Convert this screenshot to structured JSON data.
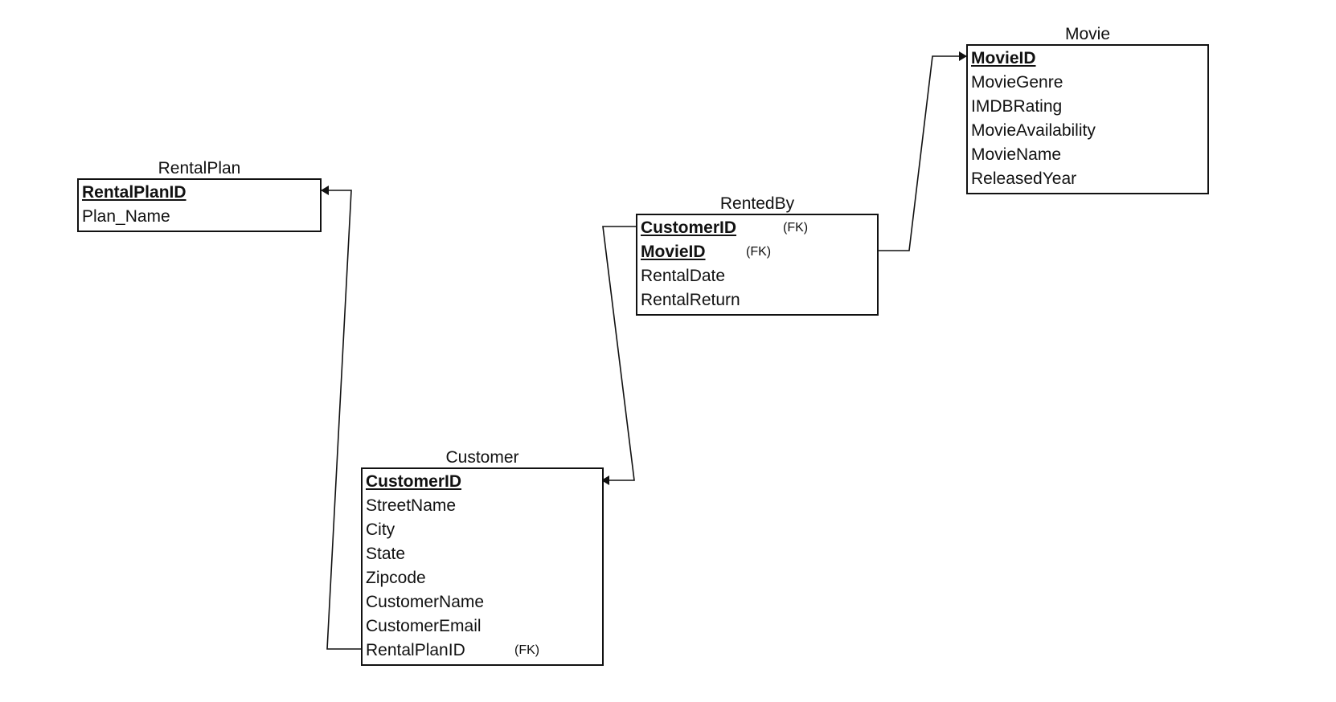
{
  "entities": {
    "rentalplan": {
      "title": "RentalPlan",
      "attributes": [
        {
          "name": "RentalPlanID",
          "pk": true
        },
        {
          "name": "Plan_Name"
        }
      ]
    },
    "customer": {
      "title": "Customer",
      "attributes": [
        {
          "name": "CustomerID",
          "pk": true
        },
        {
          "name": "StreetName"
        },
        {
          "name": "City"
        },
        {
          "name": "State"
        },
        {
          "name": "Zipcode"
        },
        {
          "name": "CustomerName"
        },
        {
          "name": "CustomerEmail"
        },
        {
          "name": "RentalPlanID",
          "fk": "(FK)"
        }
      ]
    },
    "rentedby": {
      "title": "RentedBy",
      "attributes": [
        {
          "name": "CustomerID",
          "pk": true,
          "fk": "(FK)"
        },
        {
          "name": "MovieID",
          "pk": true,
          "fk": "(FK)"
        },
        {
          "name": "RentalDate"
        },
        {
          "name": "RentalReturn"
        }
      ]
    },
    "movie": {
      "title": "Movie",
      "attributes": [
        {
          "name": "MovieID",
          "pk": true
        },
        {
          "name": "MovieGenre"
        },
        {
          "name": "IMDBRating"
        },
        {
          "name": "MovieAvailability"
        },
        {
          "name": "MovieName"
        },
        {
          "name": "ReleasedYear"
        }
      ]
    }
  },
  "relationships": [
    {
      "from": "Customer.RentalPlanID",
      "to": "RentalPlan.RentalPlanID"
    },
    {
      "from": "RentedBy.CustomerID",
      "to": "Customer.CustomerID"
    },
    {
      "from": "RentedBy.MovieID",
      "to": "Movie.MovieID"
    }
  ],
  "colors": {
    "line": "#111111",
    "background": "#ffffff"
  }
}
